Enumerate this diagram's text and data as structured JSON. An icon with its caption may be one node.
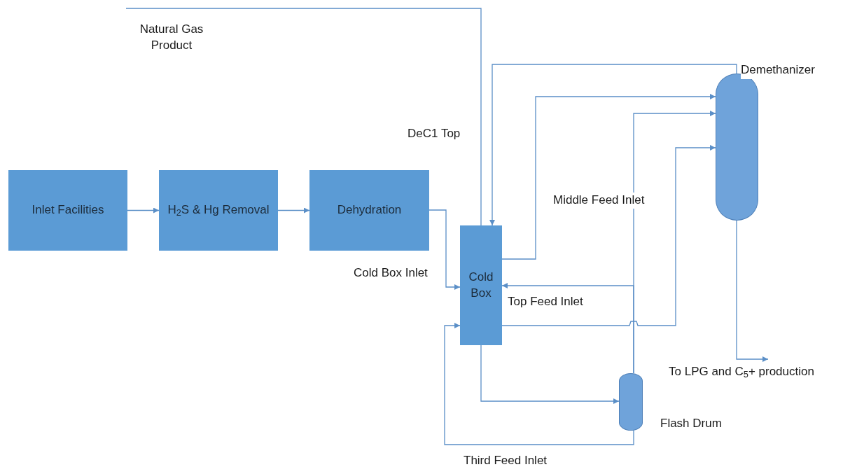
{
  "diagram": {
    "nodes": [
      {
        "text": [
          "Inlet Facilities"
        ]
      },
      {
        "text": [
          "H$_{2}$S & Hg Removal"
        ]
      },
      {
        "text": [
          "Dehydration"
        ]
      },
      {
        "text": [
          "Cold Box"
        ]
      },
      {
        "text": [],
        "shape": "cylinder",
        "beside": [
          "Demethanizer"
        ]
      },
      {
        "text": [],
        "shape": "cylinder",
        "beside": [
          "Flash Drum"
        ]
      }
    ],
    "edges": [
      {
        "from": 0,
        "to": 1,
        "arrow": "to"
      },
      {
        "from": 1,
        "to": 2,
        "arrow": "to"
      },
      {
        "from": 2,
        "to": 3,
        "arrow": "to",
        "label": "Cold Box Inlet"
      },
      {
        "from": 4,
        "to": 3,
        "arrow": "to",
        "label": "DeC1 Top"
      },
      {
        "from": 3,
        "to": null,
        "arrow": "none",
        "label": "Natural Gas Product"
      },
      {
        "from": 3,
        "to": 4,
        "arrow": "to"
      },
      {
        "from": 5,
        "to": 4,
        "arrow": "to",
        "label": "Middle Feed Inlet"
      },
      {
        "from": 3,
        "to": 4,
        "arrow": "to"
      },
      {
        "from": 5,
        "to": 3,
        "arrow": "to",
        "label": "Top Feed Inlet"
      },
      {
        "from": 3,
        "to": 5,
        "arrow": "to"
      },
      {
        "from": 5,
        "to": 3,
        "arrow": "to",
        "label": "Third Feed Inlet"
      },
      {
        "from": 4,
        "to": null,
        "arrow": "to",
        "label": "To LPG and C$_{5}$+ production"
      }
    ]
  }
}
